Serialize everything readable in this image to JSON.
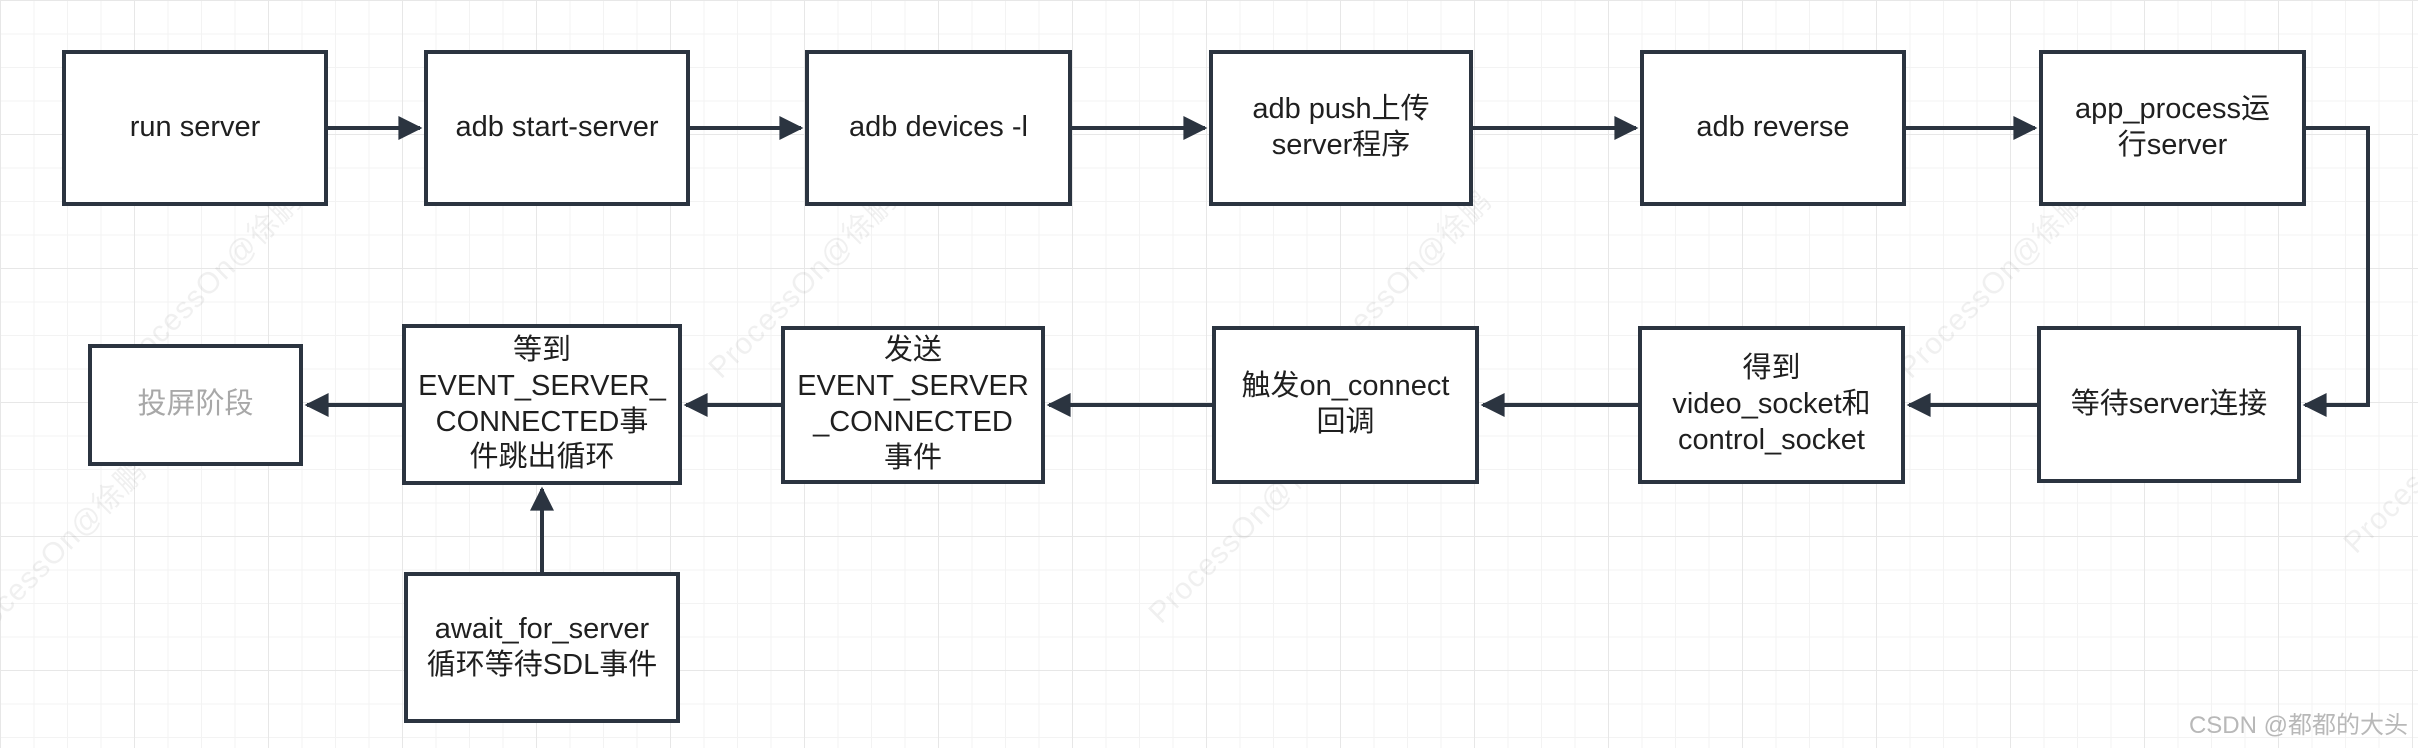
{
  "diagram": {
    "nodes": [
      {
        "id": "run-server",
        "label": "run server"
      },
      {
        "id": "adb-start-server",
        "label": "adb start-server"
      },
      {
        "id": "adb-devices",
        "label": "adb devices -l"
      },
      {
        "id": "adb-push",
        "label": "adb push上传\nserver程序"
      },
      {
        "id": "adb-reverse",
        "label": "adb reverse"
      },
      {
        "id": "app-process-run-server",
        "label": "app_process运\n行server"
      },
      {
        "id": "wait-server-connect",
        "label": "等待server连接"
      },
      {
        "id": "get-sockets",
        "label": "得到\nvideo_socket和\ncontrol_socket"
      },
      {
        "id": "trigger-on-connect",
        "label": "触发on_connect\n回调"
      },
      {
        "id": "send-event",
        "label": "发送\nEVENT_SERVER\n_CONNECTED\n事件"
      },
      {
        "id": "wait-event-exit-loop",
        "label": "等到\nEVENT_SERVER_\nCONNECTED事\n件跳出循环"
      },
      {
        "id": "screencast-stage",
        "label": "投屏阶段"
      },
      {
        "id": "await-for-server",
        "label": "await_for_server\n循环等待SDL事件"
      }
    ],
    "colors": {
      "node_border": "#2b3440",
      "node_text": "#1f1f1f",
      "muted_text": "#a8a8a8",
      "connector": "#2b3440",
      "grid_major": "#e7e7e7",
      "grid_minor": "#f3f3f3"
    }
  },
  "watermarks": {
    "processon": "ProcessOn@徐鹏",
    "csdn": "CSDN @都都的大头"
  }
}
